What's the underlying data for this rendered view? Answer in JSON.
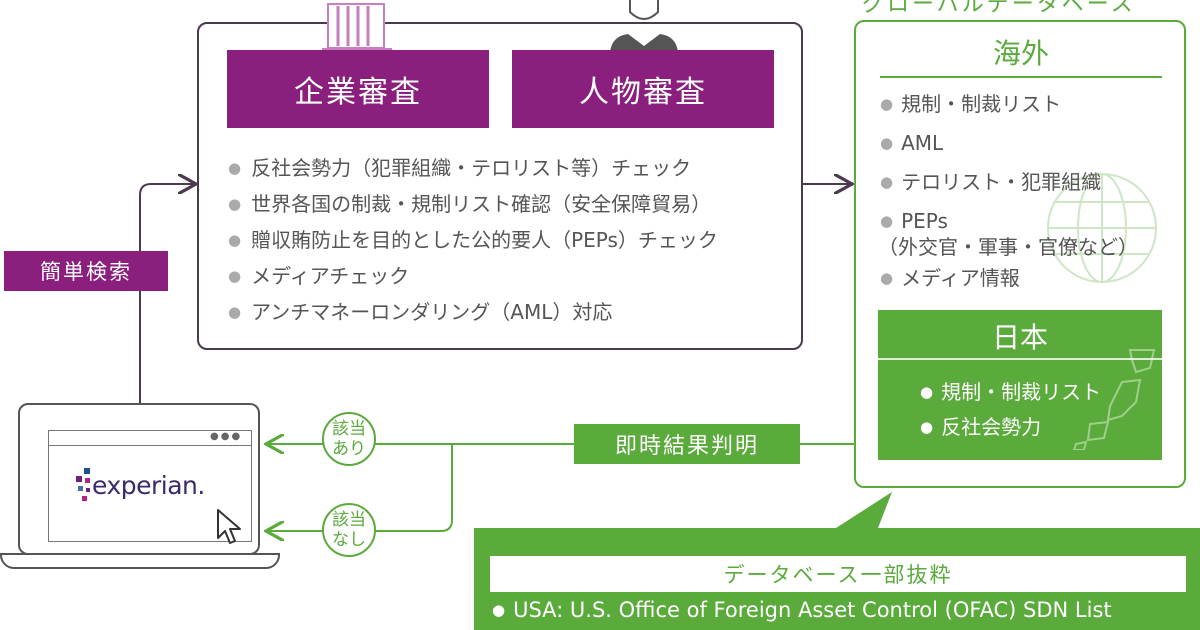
{
  "screening": {
    "tab_company": "企業審査",
    "tab_person": "人物審査",
    "items": [
      "反社会勢力（犯罪組織・テロリスト等）チェック",
      "世界各国の制裁・規制リスト確認（安全保障貿易）",
      "贈収賄防止を目的とした公的要人（PEPs）チェック",
      "メディアチェック",
      "アンチマネーロンダリング（AML）対応"
    ]
  },
  "search_label": "簡単検索",
  "database": {
    "title": "グローバルデータベース",
    "overseas": {
      "title": "海外",
      "items": [
        "規制・制裁リスト",
        "AML",
        "テロリスト・犯罪組織",
        "PEPs",
        "メディア情報"
      ],
      "peps_note": "（外交官・軍事・官僚など）"
    },
    "japan": {
      "title": "日本",
      "items": [
        "規制・制裁リスト",
        "反社会勢力"
      ]
    }
  },
  "result_label": "即時結果判明",
  "match": {
    "hit_line1": "該当",
    "hit_line2": "あり",
    "nohit_line1": "該当",
    "nohit_line2": "なし"
  },
  "laptop": {
    "brand": "experian."
  },
  "excerpt": {
    "title": "データベース一部抜粋",
    "items": [
      "USA: U.S. Office of Foreign Asset Control (OFAC) SDN List"
    ]
  },
  "colors": {
    "purple": "#8a1f7d",
    "green": "#5aaa3c",
    "dark": "#4a3a4d"
  },
  "icons": [
    "building-icon",
    "person-icon",
    "globe-icon",
    "japan-map-icon",
    "cursor-icon"
  ]
}
